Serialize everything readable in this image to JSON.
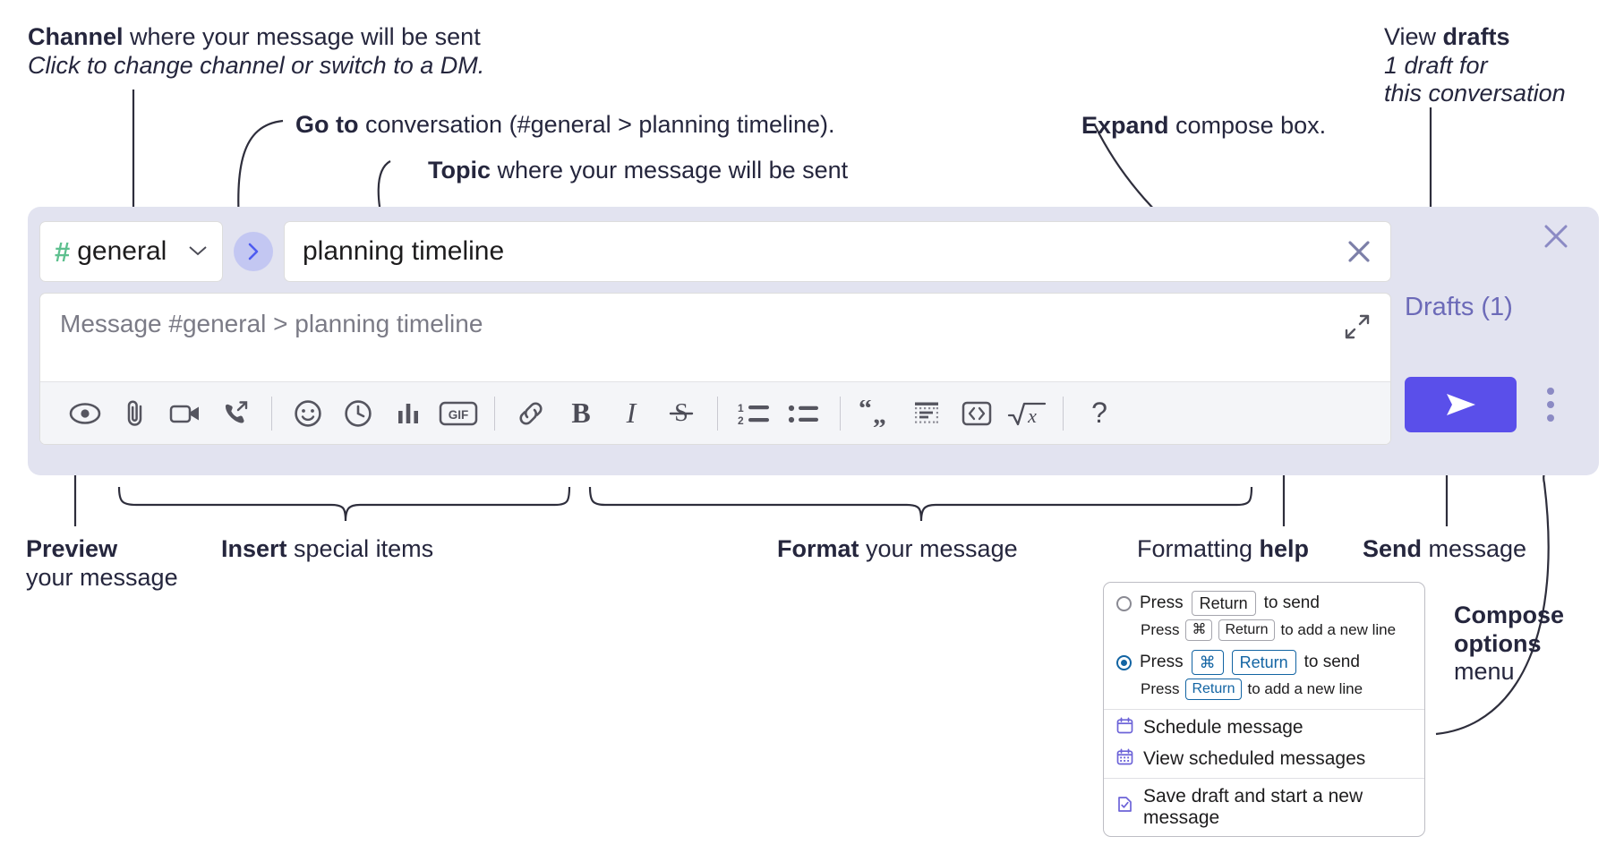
{
  "annotations": {
    "channel": {
      "bold": "Channel",
      "rest": " where your message will be sent",
      "sub": "Click to change channel or switch to a DM."
    },
    "goto": {
      "bold": "Go to",
      "rest": " conversation (#general > planning timeline)."
    },
    "topic": {
      "bold": "Topic",
      "rest": " where your message will be sent"
    },
    "expand": {
      "bold": "Expand",
      "rest": " compose box."
    },
    "drafts": {
      "lead": "View ",
      "bold": "drafts",
      "sub1": "1 draft for",
      "sub2": "this conversation"
    },
    "preview": {
      "bold": "Preview",
      "sub": "your message"
    },
    "insert": {
      "bold": "Insert",
      "rest": " special items"
    },
    "format": {
      "bold": "Format",
      "rest": " your message"
    },
    "help": {
      "lead": "Formatting ",
      "bold": "help"
    },
    "send": {
      "bold": "Send",
      "rest": " message"
    },
    "compose_options": {
      "bold1": "Compose",
      "bold2": "options",
      "rest": "menu"
    }
  },
  "compose": {
    "channel": {
      "hash": "#",
      "name": "general",
      "chevron": "∨"
    },
    "goto_button": "go-to-conversation",
    "topic": {
      "value": "planning timeline",
      "clear": "clear-topic"
    },
    "message": {
      "placeholder": "Message #general > planning timeline"
    },
    "drafts_label": "Drafts (1)",
    "send_label": "send-message",
    "toolbar": [
      {
        "name": "preview-icon",
        "label": "Preview"
      },
      {
        "name": "attachment-icon",
        "label": "Attach file"
      },
      {
        "name": "video-icon",
        "label": "Record video clip"
      },
      {
        "name": "audio-call-icon",
        "label": "Record audio clip"
      },
      {
        "name": "separator",
        "label": ""
      },
      {
        "name": "emoji-icon",
        "label": "Emoji"
      },
      {
        "name": "clock-icon",
        "label": "Reminder"
      },
      {
        "name": "poll-icon",
        "label": "Poll"
      },
      {
        "name": "gif-icon",
        "label": "GIF"
      },
      {
        "name": "separator",
        "label": ""
      },
      {
        "name": "link-icon",
        "label": "Link"
      },
      {
        "name": "bold-icon",
        "label": "B"
      },
      {
        "name": "italic-icon",
        "label": "I"
      },
      {
        "name": "strikethrough-icon",
        "label": "S"
      },
      {
        "name": "separator",
        "label": ""
      },
      {
        "name": "ordered-list-icon",
        "label": "Ordered list"
      },
      {
        "name": "bulleted-list-icon",
        "label": "Bulleted list"
      },
      {
        "name": "separator",
        "label": ""
      },
      {
        "name": "blockquote-icon",
        "label": "Blockquote"
      },
      {
        "name": "code-block-icon",
        "label": "Code block"
      },
      {
        "name": "code-icon",
        "label": "Code"
      },
      {
        "name": "math-icon",
        "label": "Math"
      },
      {
        "name": "separator",
        "label": ""
      },
      {
        "name": "help-icon",
        "label": "?"
      }
    ]
  },
  "popup": {
    "option1": {
      "press": "Press",
      "key": "Return",
      "tail": "to send",
      "sub_press": "Press",
      "sub_key1": "⌘",
      "sub_key2": "Return",
      "sub_tail": "to add a new line",
      "selected": false
    },
    "option2": {
      "press": "Press",
      "key1": "⌘",
      "key2": "Return",
      "tail": "to send",
      "sub_press": "Press",
      "sub_key": "Return",
      "sub_tail": "to add a new line",
      "selected": true
    },
    "items": [
      {
        "icon": "calendar-icon",
        "label": "Schedule message"
      },
      {
        "icon": "calendar-grid-icon",
        "label": "View scheduled messages"
      },
      {
        "icon": "save-draft-icon",
        "label": "Save draft and start a new message"
      }
    ]
  },
  "colors": {
    "accent": "#5a4fea",
    "compose_bg": "#e2e3f0",
    "hash_green": "#5ec08f",
    "drafts_purple": "#6c6ab8",
    "radio_blue": "#1264a3",
    "text": "#25263d"
  }
}
